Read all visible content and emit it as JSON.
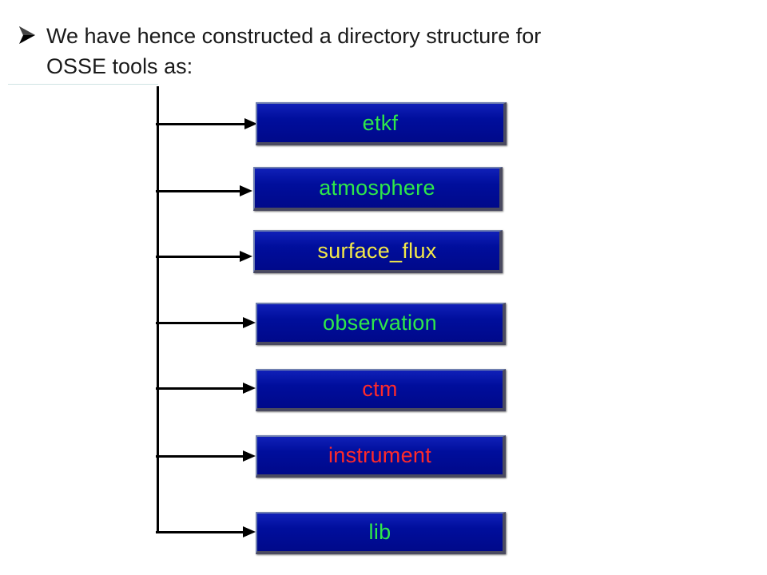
{
  "bullet": {
    "line1": "We have hence constructed  a directory structure for",
    "line2": "OSSE tools as:"
  },
  "directories": [
    {
      "label": "etkf",
      "color": "#2ee84a"
    },
    {
      "label": "atmosphere",
      "color": "#2ee84a"
    },
    {
      "label": "surface_flux",
      "color": "#f2e84a"
    },
    {
      "label": "observation",
      "color": "#2ee84a"
    },
    {
      "label": "ctm",
      "color": "#ff2a2a"
    },
    {
      "label": "instrument",
      "color": "#ff2a2a"
    },
    {
      "label": "lib",
      "color": "#2ee84a"
    }
  ]
}
